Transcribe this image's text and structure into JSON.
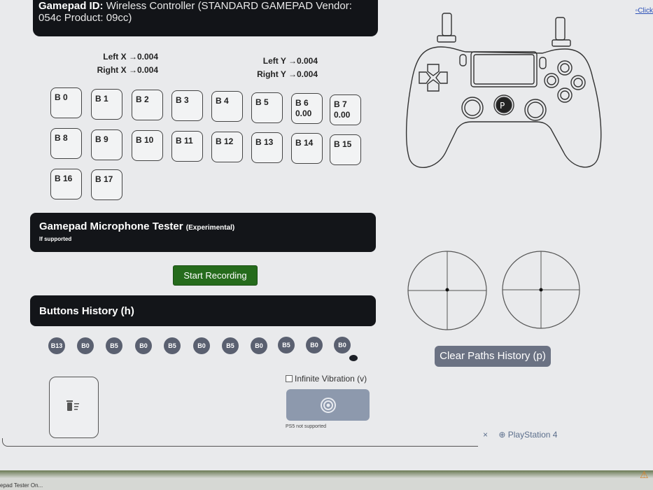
{
  "header": {
    "label": "Gamepad ID:",
    "value": "Wireless Controller (STANDARD GAMEPAD Vendor: 054c Product: 09cc)"
  },
  "broken_image_alt": "Click",
  "axes": {
    "left_x": "Left X →0.004",
    "right_x": "Right X →0.004",
    "left_y": "Left Y →0.004",
    "right_y": "Right Y →0.004"
  },
  "buttons": [
    {
      "label": "B 0",
      "value": ""
    },
    {
      "label": "B 1",
      "value": ""
    },
    {
      "label": "B 2",
      "value": ""
    },
    {
      "label": "B 3",
      "value": ""
    },
    {
      "label": "B 4",
      "value": ""
    },
    {
      "label": "B 5",
      "value": ""
    },
    {
      "label": "B 6",
      "value": "0.00"
    },
    {
      "label": "B 7",
      "value": "0.00"
    },
    {
      "label": "B 8",
      "value": ""
    },
    {
      "label": "B 9",
      "value": ""
    },
    {
      "label": "B 10",
      "value": ""
    },
    {
      "label": "B 11",
      "value": ""
    },
    {
      "label": "B 12",
      "value": ""
    },
    {
      "label": "B 13",
      "value": ""
    },
    {
      "label": "B 14",
      "value": ""
    },
    {
      "label": "B 15",
      "value": ""
    },
    {
      "label": "B 16",
      "value": ""
    },
    {
      "label": "B 17",
      "value": ""
    }
  ],
  "mic": {
    "title": "Gamepad Microphone Tester",
    "badge": "(Experimental)",
    "subtitle": "If supported",
    "start_label": "Start Recording"
  },
  "history": {
    "title": "Buttons History (h)",
    "items": [
      "B13",
      "B0",
      "B5",
      "B0",
      "B5",
      "B0",
      "B5",
      "B0",
      "B5",
      "B0",
      "B0"
    ]
  },
  "vibration": {
    "checkbox_label": "Infinite Vibration (v)",
    "note": "PS5 not supported"
  },
  "clear_paths_label": "Clear Paths History (p)",
  "tabs": {
    "close": "×",
    "ps4": "PlayStation 4"
  },
  "taskbar": {
    "item": "epad Tester On..."
  },
  "icons": {
    "trash": "trash-icon",
    "vibration": "vibration-icon",
    "warning": "warning-icon"
  }
}
